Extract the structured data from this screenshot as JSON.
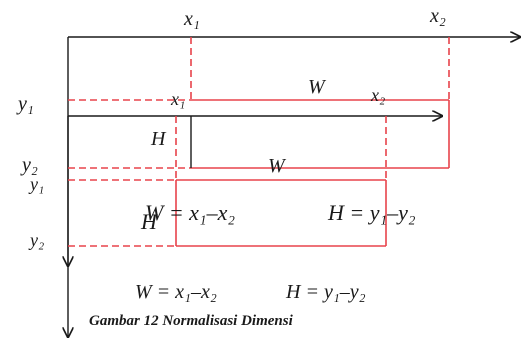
{
  "labels": {
    "top_x1": "x₁",
    "top_x2": "x₂",
    "outer_y1": "y₁",
    "outer_y2": "y₂",
    "mid_x1": "x₁",
    "mid_x2": "x₂",
    "top_W": "W",
    "mid_H": "H",
    "mid_W": "W",
    "inner_y1": "y₁",
    "inner_y2": "y₂",
    "inner_H": "H"
  },
  "equations": {
    "inner_W": "W = x₁–x₂",
    "inner_H": "H = y₁–y₂",
    "bottom_W": "W = x₁–x₂",
    "bottom_H": "H = y₁–y₂"
  },
  "caption": "Gambar 12 Normalisasi Dimensi",
  "colors": {
    "axis": "#1a1a1a",
    "box": "#e8434b"
  }
}
